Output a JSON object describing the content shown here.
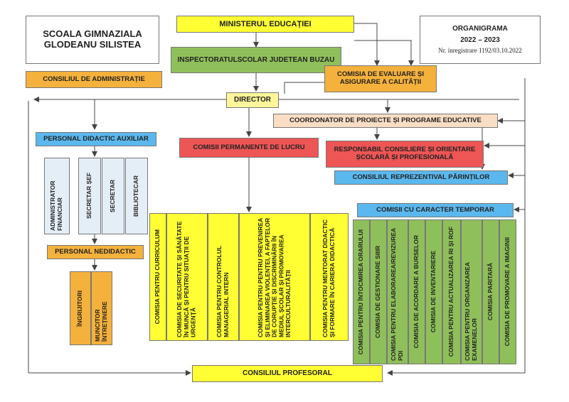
{
  "school": {
    "line1": "SCOALA GIMNAZIALA",
    "line2": "GLODEANU SILISTEA"
  },
  "organigram": {
    "title": "ORGANIGRAMA",
    "year": "2022 – 2023",
    "registration": "Nr. inregistrare 1192/03.10.2022"
  },
  "nodes": {
    "ministry": "MINISTERUL EDUCAȚIEI",
    "inspectorate": "INSPECTORATULSCOLAR JUDETEAN BUZAU",
    "admin_council": "CONSILIUL DE ADMINISTRAȚIE",
    "quality_commission": "COMISIA DE EVALUARE ȘI ASIGURARE A CALITĂȚII",
    "director": "DIRECTOR",
    "coordinator": "COORDONATOR DE PROIECTE ȘI PROGRAME EDUCATIVE",
    "auxiliary_staff": "PERSONAL DIDACTIC AUXILIAR",
    "permanent_commissions": "COMISII PERMANENTE DE LUCRU",
    "counseling": "RESPONSABIL CONSILIERE ȘI ORIENTARE ȘCOLARĂ ȘI PROFESIONALĂ",
    "parents_council": "CONSILIUL REPREZENTIVAL PĂRINȚILOR",
    "temporary_commissions": "COMISII CU CARACTER TEMPORAR",
    "non_teaching_staff": "PERSONAL NEDIDACTIC",
    "teachers_council": "CONSILIUL PROFESORAL"
  },
  "auxiliary_roles": [
    "ADMINISTRATOR FINANCIAR",
    "SECRETAR ȘEF",
    "SECRETAR",
    "BIBLIOTECAR"
  ],
  "non_teaching_roles": [
    "ÎNGRIJITORI",
    "MUNCITOR ÎNTREȚINERE"
  ],
  "permanent_list": [
    "COMISIA PENTRU CURRICULUM",
    "COMISIA DE SECURITATE ȘI SĂNĂTATE ÎN MUNCĂ ȘI PENTRU SITUAȚII DE URGENȚĂ",
    "COMISIA PENTRU CONTROLUL MANAGERIAL INTERN",
    "COMISIA PENTRU PENTRU PREVENIREA ȘI ELIMINAREA VIOLENȚEI, A FAPTELOR DE CORUPȚIE ȘI DISCRIMINĂRII ÎN MEDIUL ȘCOLAR ȘI PROMOVAREA INTERCULTURALITĂȚII",
    "COMISIA PENTRU MENTORAT DIDACTIC ȘI FORMARE ÎN CARIERA DIDACTICĂ"
  ],
  "temporary_list": [
    "COMISIA PENTRU ÎNTOCMIREA ORARULUI",
    "COMISIA DE GESTIONARE SIIIR",
    "COMISIA PENTRU ELABORAREA/REVIZUREA PDI",
    "COMISIA DE ACORDARE A BURSELOR",
    "COMISIA DE INVENTARIERE",
    "COMISIA PENTRU ACTUALIZAREA RI ȘI ROF",
    "COMISIA PENTRU ORGANIZAREA EXAMENELOR",
    "COMISIA PARITARĂ",
    "COMISIA DE PROMOVARE A IMAGINII"
  ],
  "colors": {
    "yellow": "#ffff33",
    "orange": "#f4b13c",
    "green": "#8fbf5a",
    "blue": "#5bb8ee",
    "red": "#ee5555",
    "peach": "#f9ddc4",
    "pale_blue": "#e4eef7",
    "light_yellow": "#fff59a"
  }
}
